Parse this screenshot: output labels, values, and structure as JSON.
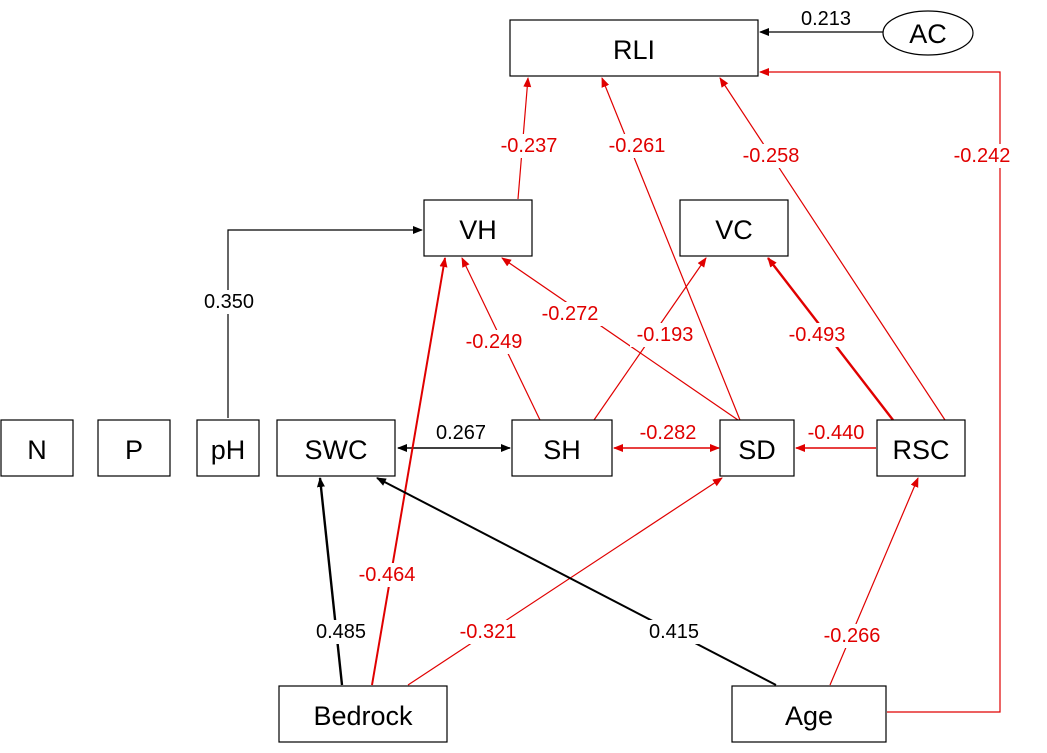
{
  "colors": {
    "positive": "#000000",
    "negative": "#e00000"
  },
  "nodes": {
    "rli": "RLI",
    "ac": "AC",
    "vh": "VH",
    "vc": "VC",
    "n": "N",
    "p": "P",
    "ph": "pH",
    "swc": "SWC",
    "sh": "SH",
    "sd": "SD",
    "rsc": "RSC",
    "bedrock": "Bedrock",
    "age": "Age"
  },
  "edges": {
    "ac_rli": "0.213",
    "age_rli": "-0.242",
    "vh_rli": "-0.237",
    "sd_rli": "-0.261",
    "rsc_rli": "-0.258",
    "ph_vh": "0.350",
    "sh_vh": "-0.249",
    "sd_vh": "-0.272",
    "sh_vc": "-0.193",
    "rsc_vc": "-0.493",
    "swc_sh": "0.267",
    "sh_sd": "-0.282",
    "rsc_sd": "-0.440",
    "bedrock_vh": "-0.464",
    "bedrock_swc": "0.485",
    "bedrock_sd": "-0.321",
    "age_swc": "0.415",
    "age_rsc": "-0.266"
  }
}
